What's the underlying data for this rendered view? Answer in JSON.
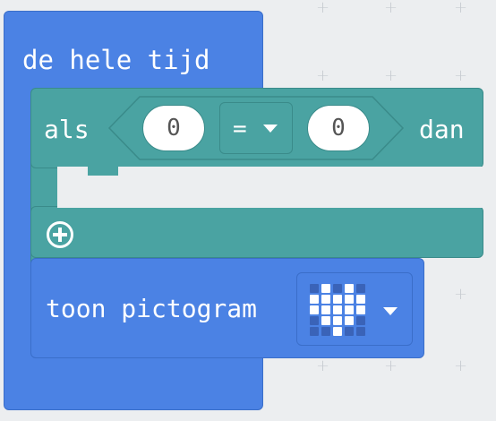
{
  "forever": {
    "label": "de hele tijd"
  },
  "if_block": {
    "if_label": "als",
    "then_label": "dan",
    "left_value": "0",
    "operator": "=",
    "right_value": "0"
  },
  "show_icon": {
    "label": "toon pictogram",
    "icon": "heart",
    "led_pattern": [
      [
        0,
        1,
        0,
        1,
        0
      ],
      [
        1,
        1,
        1,
        1,
        1
      ],
      [
        1,
        1,
        1,
        1,
        1
      ],
      [
        0,
        1,
        1,
        1,
        0
      ],
      [
        0,
        0,
        1,
        0,
        0
      ]
    ]
  },
  "colors": {
    "loops": "#4b82e4",
    "logic": "#4aa3a2",
    "background": "#eceef0",
    "led_on": "#ffffff",
    "led_off": "#3a63b8"
  }
}
